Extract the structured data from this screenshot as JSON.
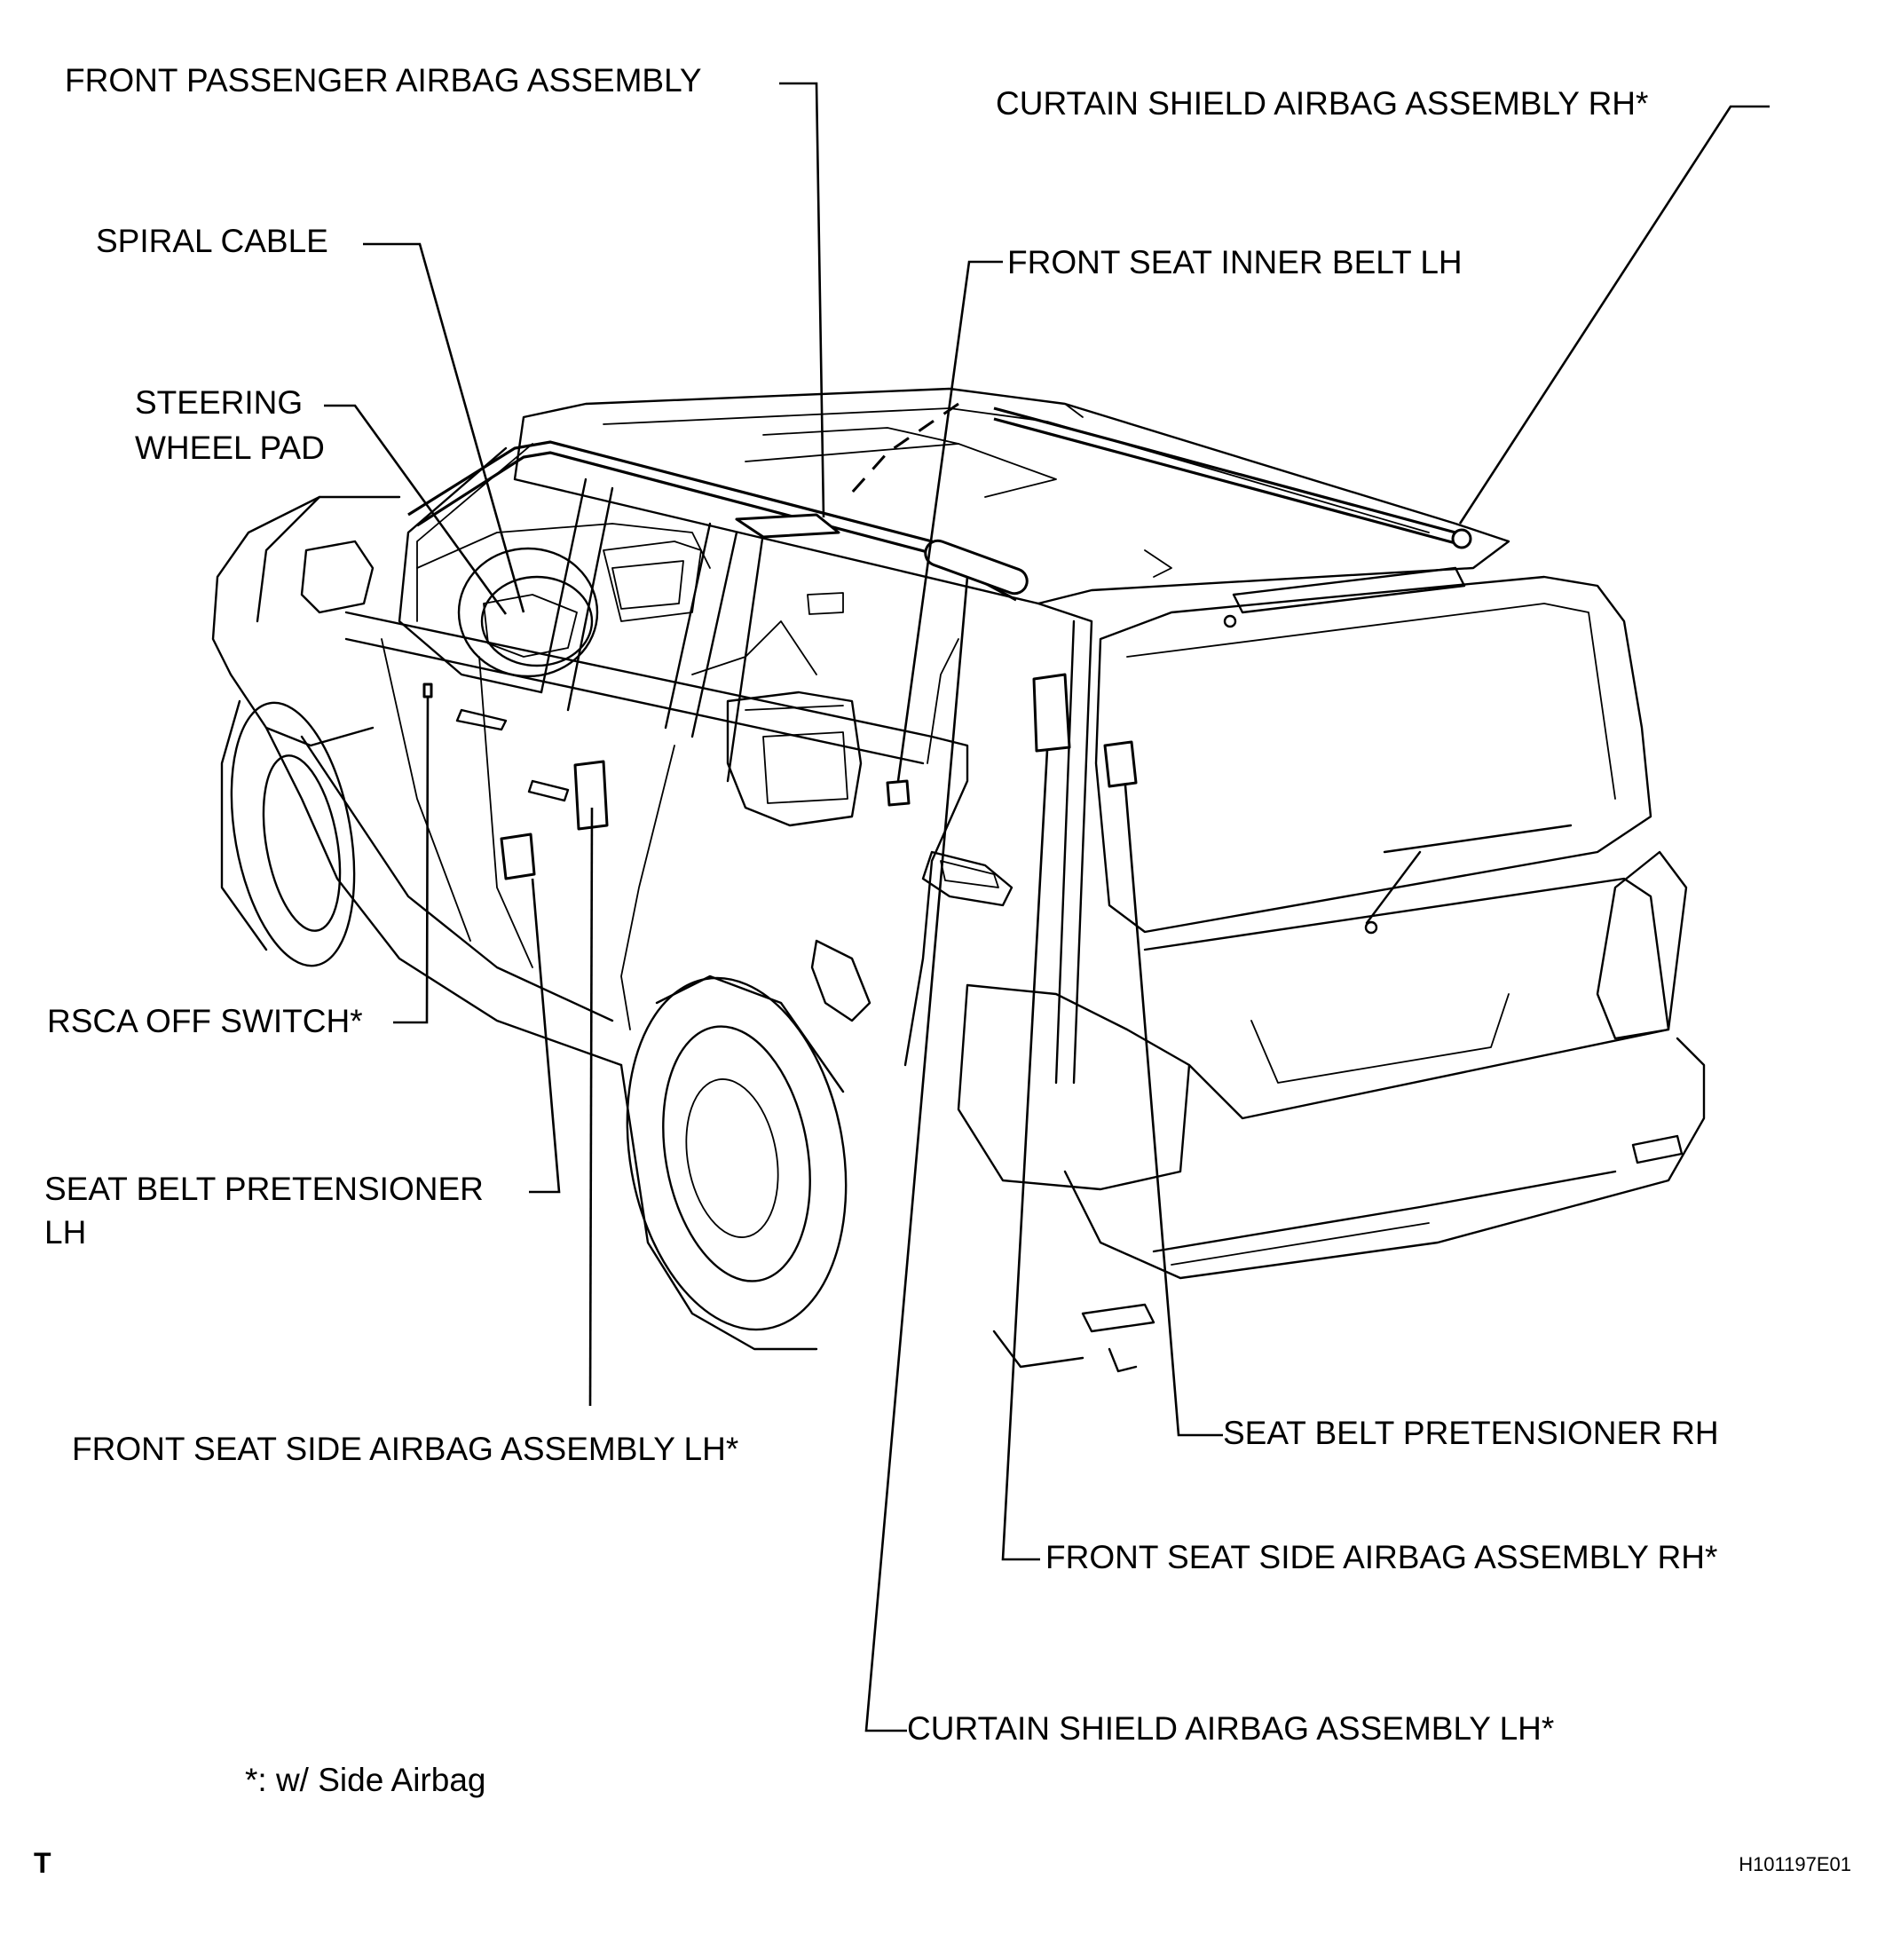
{
  "labels": {
    "front_passenger_airbag": "FRONT PASSENGER AIRBAG ASSEMBLY",
    "curtain_rh": "CURTAIN SHIELD AIRBAG ASSEMBLY RH*",
    "spiral_cable": "SPIRAL CABLE",
    "front_seat_inner_belt_lh": "FRONT SEAT INNER BELT LH",
    "steering_wheel_pad_line1": "STEERING",
    "steering_wheel_pad_line2": "WHEEL PAD",
    "rsca_off_switch": "RSCA OFF SWITCH*",
    "seat_belt_pretensioner_lh_line1": "SEAT BELT PRETENSIONER",
    "seat_belt_pretensioner_lh_line2": "LH",
    "front_seat_side_airbag_lh": "FRONT SEAT SIDE AIRBAG ASSEMBLY LH*",
    "seat_belt_pretensioner_rh": "SEAT BELT PRETENSIONER RH",
    "front_seat_side_airbag_rh": "FRONT SEAT SIDE AIRBAG ASSEMBLY RH*",
    "curtain_lh": "CURTAIN SHIELD AIRBAG ASSEMBLY LH*"
  },
  "footnote": "*: w/ Side Airbag",
  "corner_mark": "T",
  "figure_code": "H101197E01"
}
